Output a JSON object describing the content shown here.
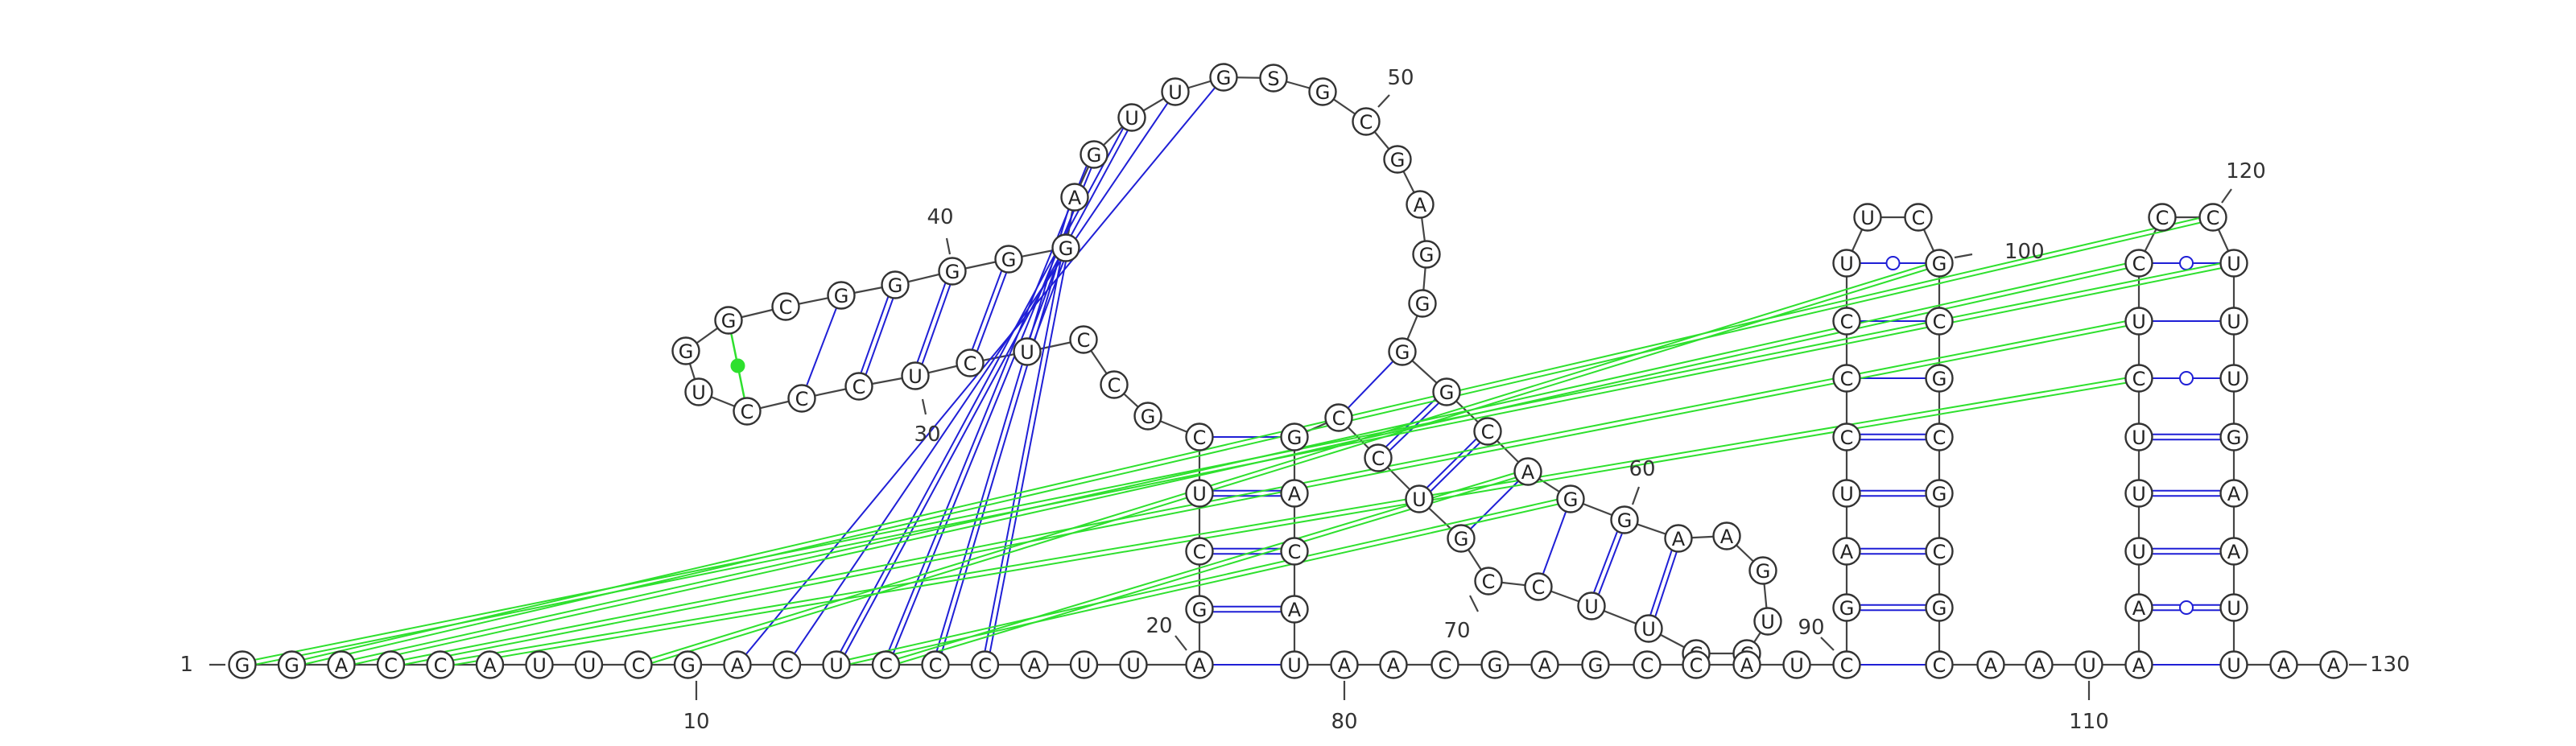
{
  "diagram": {
    "type": "rna-secondary-structure",
    "sequence": [
      "G",
      "G",
      "A",
      "C",
      "C",
      "A",
      "U",
      "U",
      "C",
      "G",
      "A",
      "C",
      "U",
      "C",
      "C",
      "C",
      "A",
      "U",
      "U",
      "A",
      "G",
      "C",
      "U",
      "C",
      "G",
      "C",
      "C",
      "U",
      "C",
      "U",
      "C",
      "C",
      "C",
      "U",
      "G",
      "G",
      "C",
      "G",
      "G",
      "G",
      "G",
      "G",
      "A",
      "G",
      "U",
      "U",
      "G",
      "S",
      "G",
      "C",
      "G",
      "A",
      "G",
      "G",
      "G",
      "G",
      "C",
      "A",
      "G",
      "G",
      "A",
      "A",
      "G",
      "U",
      "C",
      "C",
      "U",
      "U",
      "C",
      "C",
      "G",
      "U",
      "C",
      "C",
      "G",
      "A",
      "C",
      "A",
      "U",
      "A",
      "A",
      "C",
      "G",
      "A",
      "G",
      "C",
      "C",
      "A",
      "U",
      "C",
      "G",
      "A",
      "U",
      "C",
      "C",
      "C",
      "U",
      "U",
      "C",
      "G",
      "C",
      "G",
      "C",
      "G",
      "C",
      "G",
      "C",
      "A",
      "A",
      "U",
      "A",
      "A",
      "U",
      "U",
      "U",
      "C",
      "U",
      "C",
      "C",
      "C",
      "U",
      "U",
      "U",
      "G",
      "A",
      "A",
      "U",
      "U",
      "A",
      "A"
    ],
    "position_labels": [
      "1",
      "10",
      "20",
      "30",
      "40",
      "50",
      "60",
      "70",
      "80",
      "90",
      "100",
      "110",
      "120",
      "130"
    ],
    "colors": {
      "canonical_pair": "#1f1fd6",
      "pseudoknot_pair": "#2ee02e",
      "backbone": "#444444",
      "nucleotide_fill": "#ffffff",
      "nucleotide_stroke": "#333333"
    }
  }
}
